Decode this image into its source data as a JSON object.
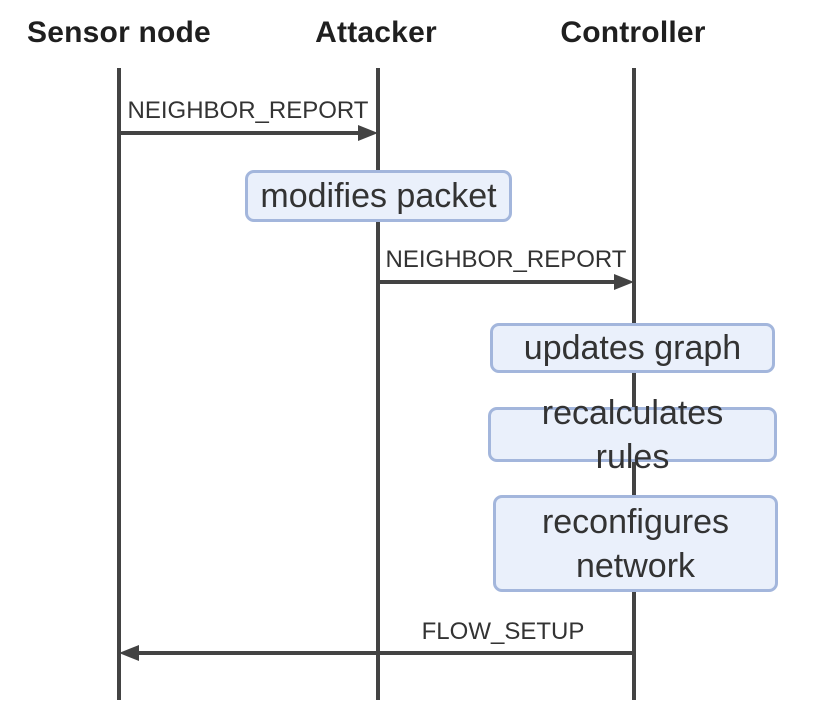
{
  "diagram": {
    "type": "sequence-diagram",
    "participants": [
      {
        "id": "sensor-node",
        "label": "Sensor node"
      },
      {
        "id": "attacker",
        "label": "Attacker"
      },
      {
        "id": "controller",
        "label": "Controller"
      }
    ],
    "messages": [
      {
        "label": "NEIGHBOR_REPORT",
        "from": "sensor-node",
        "to": "attacker",
        "direction": "right"
      },
      {
        "label": "NEIGHBOR_REPORT",
        "from": "attacker",
        "to": "controller",
        "direction": "right"
      },
      {
        "label": "FLOW_SETUP",
        "from": "controller",
        "to": "sensor-node",
        "direction": "left"
      }
    ],
    "actions": [
      {
        "label": "modifies packet",
        "on": "attacker"
      },
      {
        "label": "updates graph",
        "on": "controller"
      },
      {
        "label": "recalculates rules",
        "on": "controller"
      },
      {
        "label": "reconfigures network",
        "on": "controller"
      }
    ],
    "colors": {
      "line": "#434343",
      "box_fill": "#eaf0fb",
      "box_border": "#a3b6dc",
      "text": "#333333",
      "header_text": "#1f1f1f"
    }
  }
}
